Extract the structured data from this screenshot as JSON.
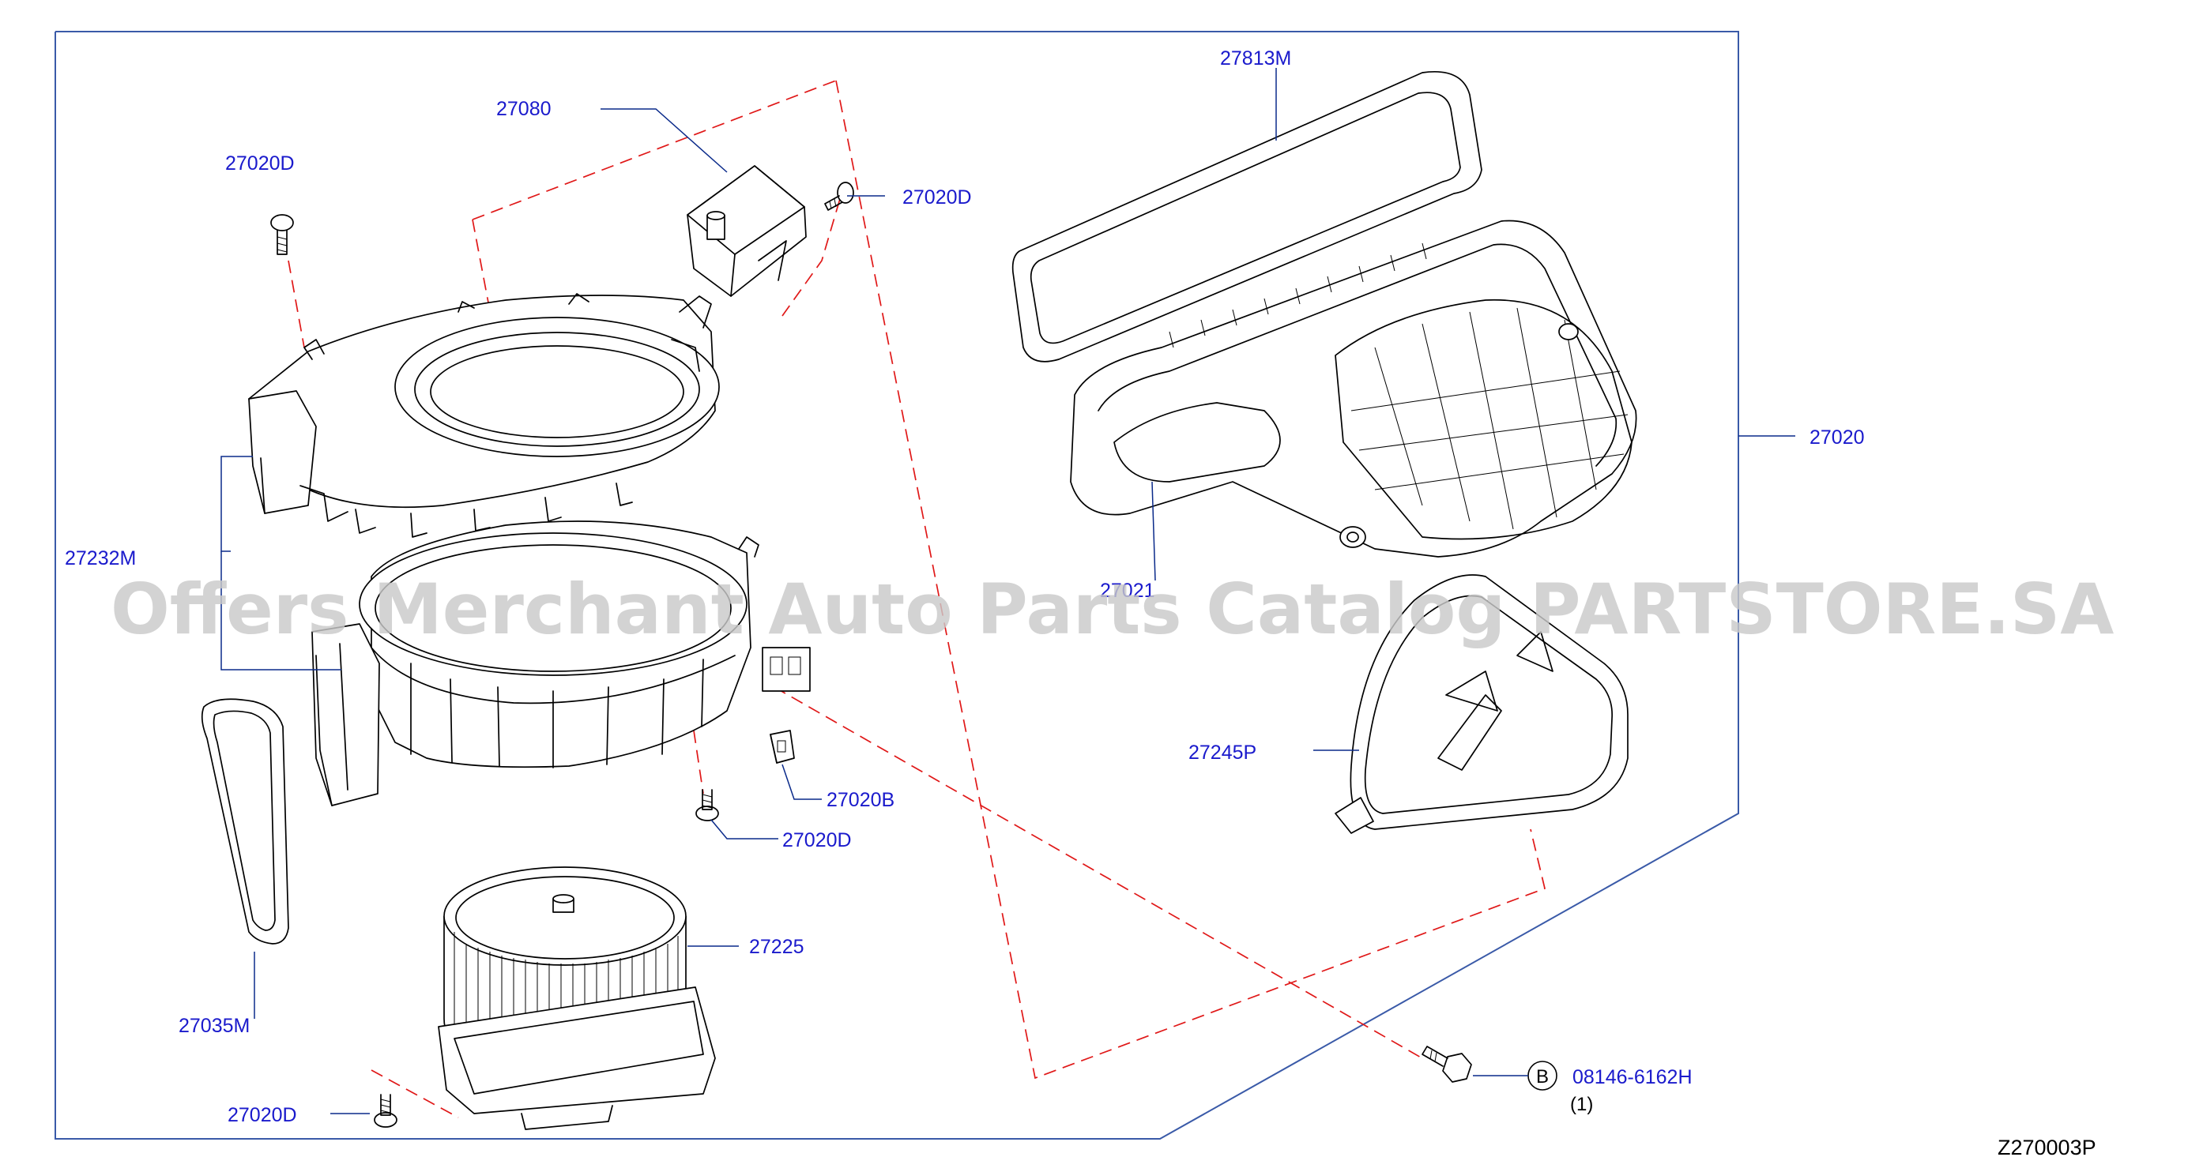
{
  "labels": {
    "p27080": "27080",
    "p27020D_top_left": "27020D",
    "p27020D_top_right": "27020D",
    "p27232M": "27232M",
    "p27020B": "27020B",
    "p27020D_mid": "27020D",
    "p27035M": "27035M",
    "p27225": "27225",
    "p27020D_bottom": "27020D",
    "p27813M": "27813M",
    "p27020": "27020",
    "p27021": "27021",
    "p27245P": "27245P",
    "bolt_code": "08146-6162H",
    "bolt_callout": "B",
    "bolt_qty": "(1)"
  },
  "diagram_code": "Z270003P",
  "watermark": "Offers Merchant Auto Parts Catalog PARTSTORE.SA",
  "colors": {
    "label_blue": "#1a1acc",
    "leader_blue": "#0a2a8a",
    "frame_blue": "#3a5aa8",
    "dash_red": "#e01818",
    "watermark_gray": "#c9c9c9"
  }
}
